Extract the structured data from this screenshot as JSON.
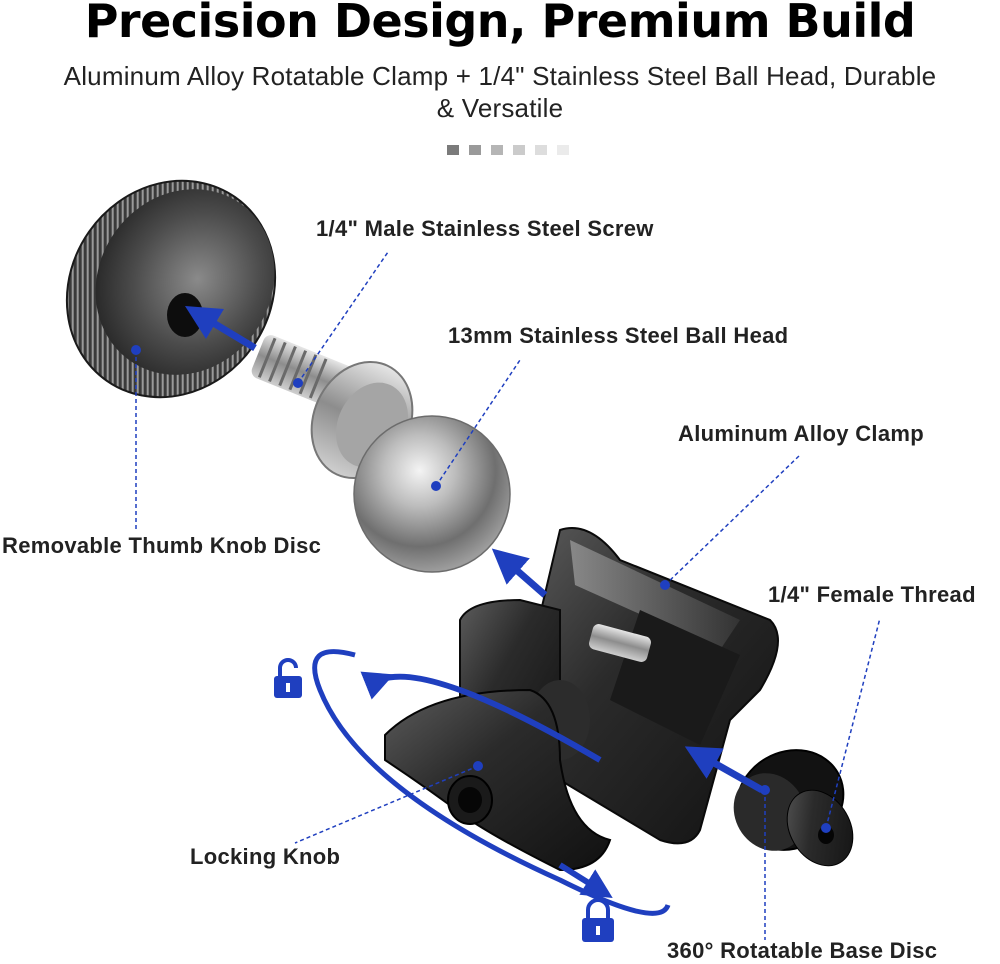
{
  "header": {
    "title": "Precision Design, Premium Build",
    "subtitle": "Aluminum Alloy Rotatable Clamp + 1/4\" Stainless Steel Ball Head, Durable & Versatile"
  },
  "swatch_colors": [
    "#7b7b7b",
    "#9a9a9a",
    "#b5b5b5",
    "#cbcbcb",
    "#dddddd",
    "#ebebeb"
  ],
  "accent_color": "#1f3fbf",
  "labels": {
    "male_screw": "1/4\" Male Stainless Steel Screw",
    "ball_head": "13mm Stainless Steel Ball Head",
    "clamp": "Aluminum Alloy Clamp",
    "female_thread": "1/4\" Female Thread",
    "thumb_knob": "Removable Thumb Knob Disc",
    "locking_knob": "Locking Knob",
    "base_disc": "360° Rotatable Base Disc"
  },
  "icons": [
    "unlock-icon",
    "lock-icon"
  ]
}
